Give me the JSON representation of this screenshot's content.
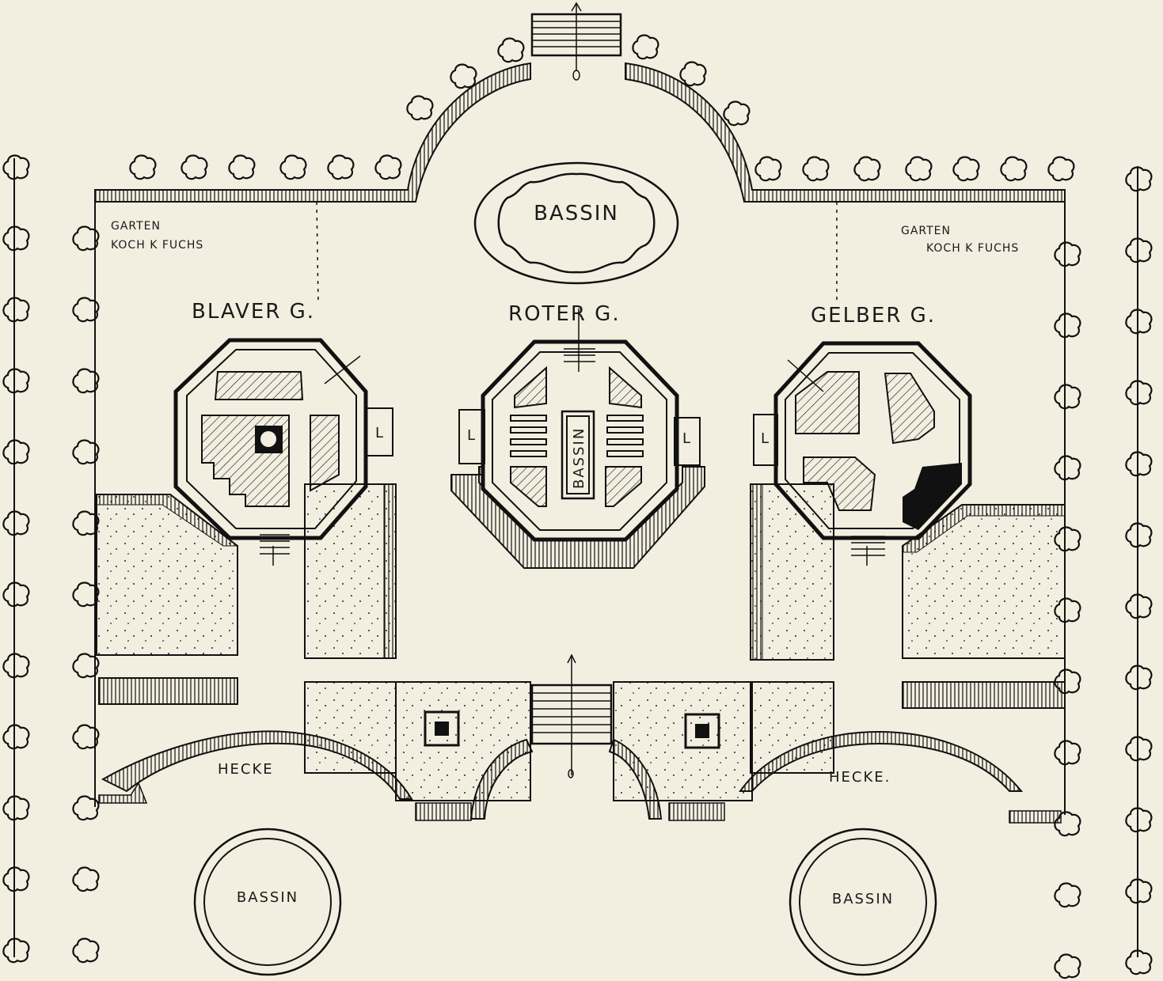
{
  "colors": {
    "paper": "#f2efe0",
    "ink": "#111111"
  },
  "labels": {
    "bassin_top": "BASSIN",
    "garten_left_1": "GARTEN",
    "garten_left_2": "KOCH K FUCHS",
    "garten_right_1": "GARTEN",
    "garten_right_2": "KOCH K FUCHS",
    "blauer": "BLAVER G.",
    "roter": "ROTER G.",
    "gelber": "GELBER G.",
    "bassin_center": "BASSIN",
    "l_left": "L",
    "l_center_left": "L",
    "l_center_right": "L",
    "l_right": "L",
    "hecke_left": "HECKE",
    "hecke_right": "HECKE.",
    "bassin_bottom_left": "BASSIN",
    "bassin_bottom_right": "BASSIN"
  },
  "icons": [
    "tree-icon",
    "arrow-north-icon",
    "stairs-icon",
    "planter-icon"
  ]
}
